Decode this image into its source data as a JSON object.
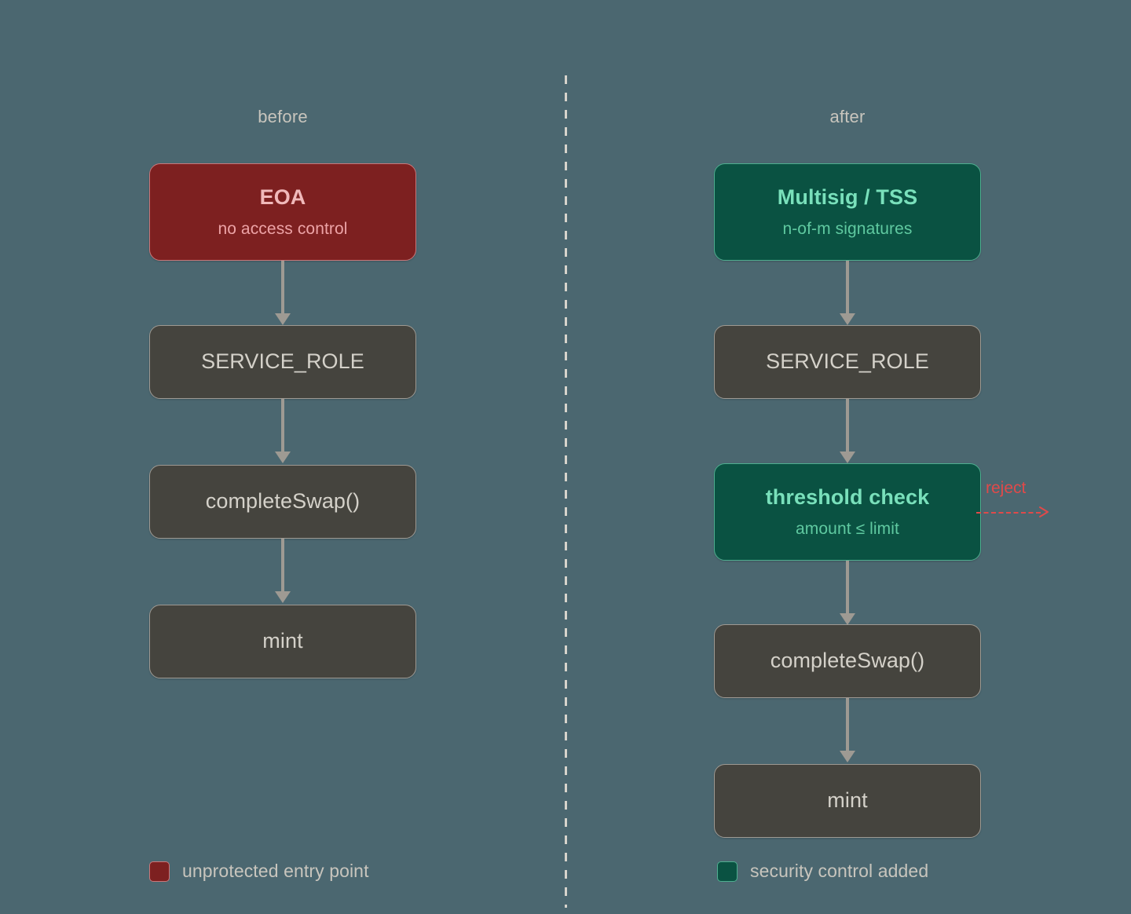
{
  "diagram": {
    "background_color": "#4b6770",
    "divider": {
      "name": "vertical-dashed-divider",
      "color": "#d7d4cc"
    },
    "columns": [
      {
        "id": "before",
        "header": "before",
        "nodes": [
          {
            "id": "eoa",
            "title": "EOA",
            "subtitle": "no access control",
            "style": "red"
          },
          {
            "id": "service-role",
            "title": "SERVICE_ROLE",
            "subtitle": "",
            "style": "gray"
          },
          {
            "id": "complete-swap",
            "title": "completeSwap()",
            "subtitle": "",
            "style": "gray"
          },
          {
            "id": "mint",
            "title": "mint",
            "subtitle": "",
            "style": "gray"
          }
        ],
        "legend": {
          "label": "unprotected entry point",
          "color": "#7d2020"
        }
      },
      {
        "id": "after",
        "header": "after",
        "nodes": [
          {
            "id": "multisig-tss",
            "title": "Multisig / TSS",
            "subtitle": "n-of-m signatures",
            "style": "green"
          },
          {
            "id": "service-role",
            "title": "SERVICE_ROLE",
            "subtitle": "",
            "style": "gray"
          },
          {
            "id": "threshold-check",
            "title": "threshold check",
            "subtitle": "amount ≤ limit",
            "style": "green"
          },
          {
            "id": "complete-swap",
            "title": "completeSwap()",
            "subtitle": "",
            "style": "gray"
          },
          {
            "id": "mint",
            "title": "mint",
            "subtitle": "",
            "style": "gray"
          }
        ],
        "legend": {
          "label": "security control added",
          "color": "#0a5242"
        }
      }
    ],
    "annotations": [
      {
        "id": "reject",
        "label": "reject",
        "color": "#e04a4a",
        "from": "threshold-check",
        "style": "dashed-arrow-right"
      }
    ],
    "colors": {
      "background": "#4b6770",
      "node_gray": "#45443e",
      "node_red": "#7d2020",
      "node_green": "#0a5242",
      "arrow": "#9e9a93",
      "text_muted": "#c8c5bd",
      "reject": "#e04a4a"
    }
  }
}
